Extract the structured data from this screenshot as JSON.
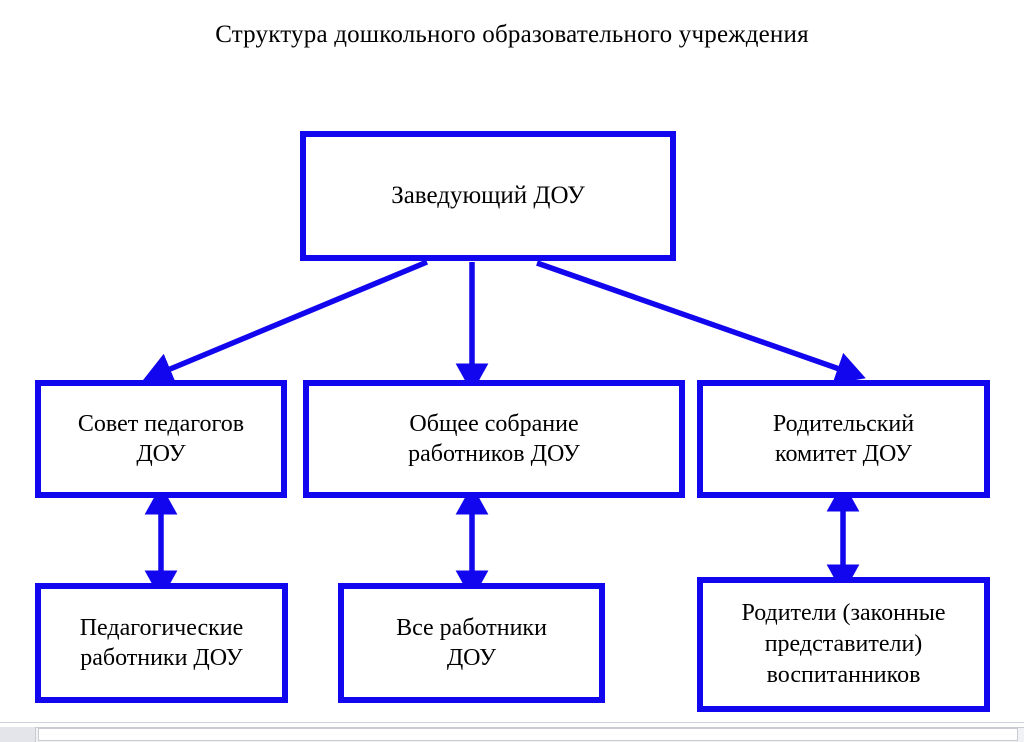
{
  "page": {
    "title": "Структура дошкольного образовательного учреждения",
    "background_color": "#ffffff",
    "accent_color": "#1106EE",
    "text_color": "#000000"
  },
  "diagram": {
    "type": "org-chart",
    "levels": [
      {
        "level": 1,
        "nodes": [
          {
            "id": "head",
            "label": "Заведующий ДОУ"
          }
        ]
      },
      {
        "level": 2,
        "nodes": [
          {
            "id": "ped-council",
            "label": "Совет педагогов\nДОУ"
          },
          {
            "id": "general-meeting",
            "label": "Общее собрание\nработников ДОУ"
          },
          {
            "id": "parent-committee",
            "label": "Родительский\nкомитет ДОУ"
          }
        ]
      },
      {
        "level": 3,
        "nodes": [
          {
            "id": "ped-workers",
            "label": "Педагогические\nработники ДОУ"
          },
          {
            "id": "all-workers",
            "label": "Все работники\nДОУ"
          },
          {
            "id": "parents",
            "label": "Родители (законные\nпредставители)\nвоспитанников"
          }
        ]
      }
    ],
    "connectors": [
      {
        "id": "head-to-ped-council",
        "from": "head",
        "to": "ped-council",
        "style": "single-arrow",
        "direction": "down-left"
      },
      {
        "id": "head-to-general-meeting",
        "from": "head",
        "to": "general-meeting",
        "style": "single-arrow",
        "direction": "down"
      },
      {
        "id": "head-to-parent-committee",
        "from": "head",
        "to": "parent-committee",
        "style": "single-arrow",
        "direction": "down-right"
      },
      {
        "id": "ped-council-to-workers",
        "from": "ped-council",
        "to": "ped-workers",
        "style": "double-arrow",
        "direction": "vertical"
      },
      {
        "id": "meeting-to-all-workers",
        "from": "general-meeting",
        "to": "all-workers",
        "style": "double-arrow",
        "direction": "vertical"
      },
      {
        "id": "committee-to-parents",
        "from": "parent-committee",
        "to": "parents",
        "style": "double-arrow",
        "direction": "vertical"
      }
    ]
  }
}
